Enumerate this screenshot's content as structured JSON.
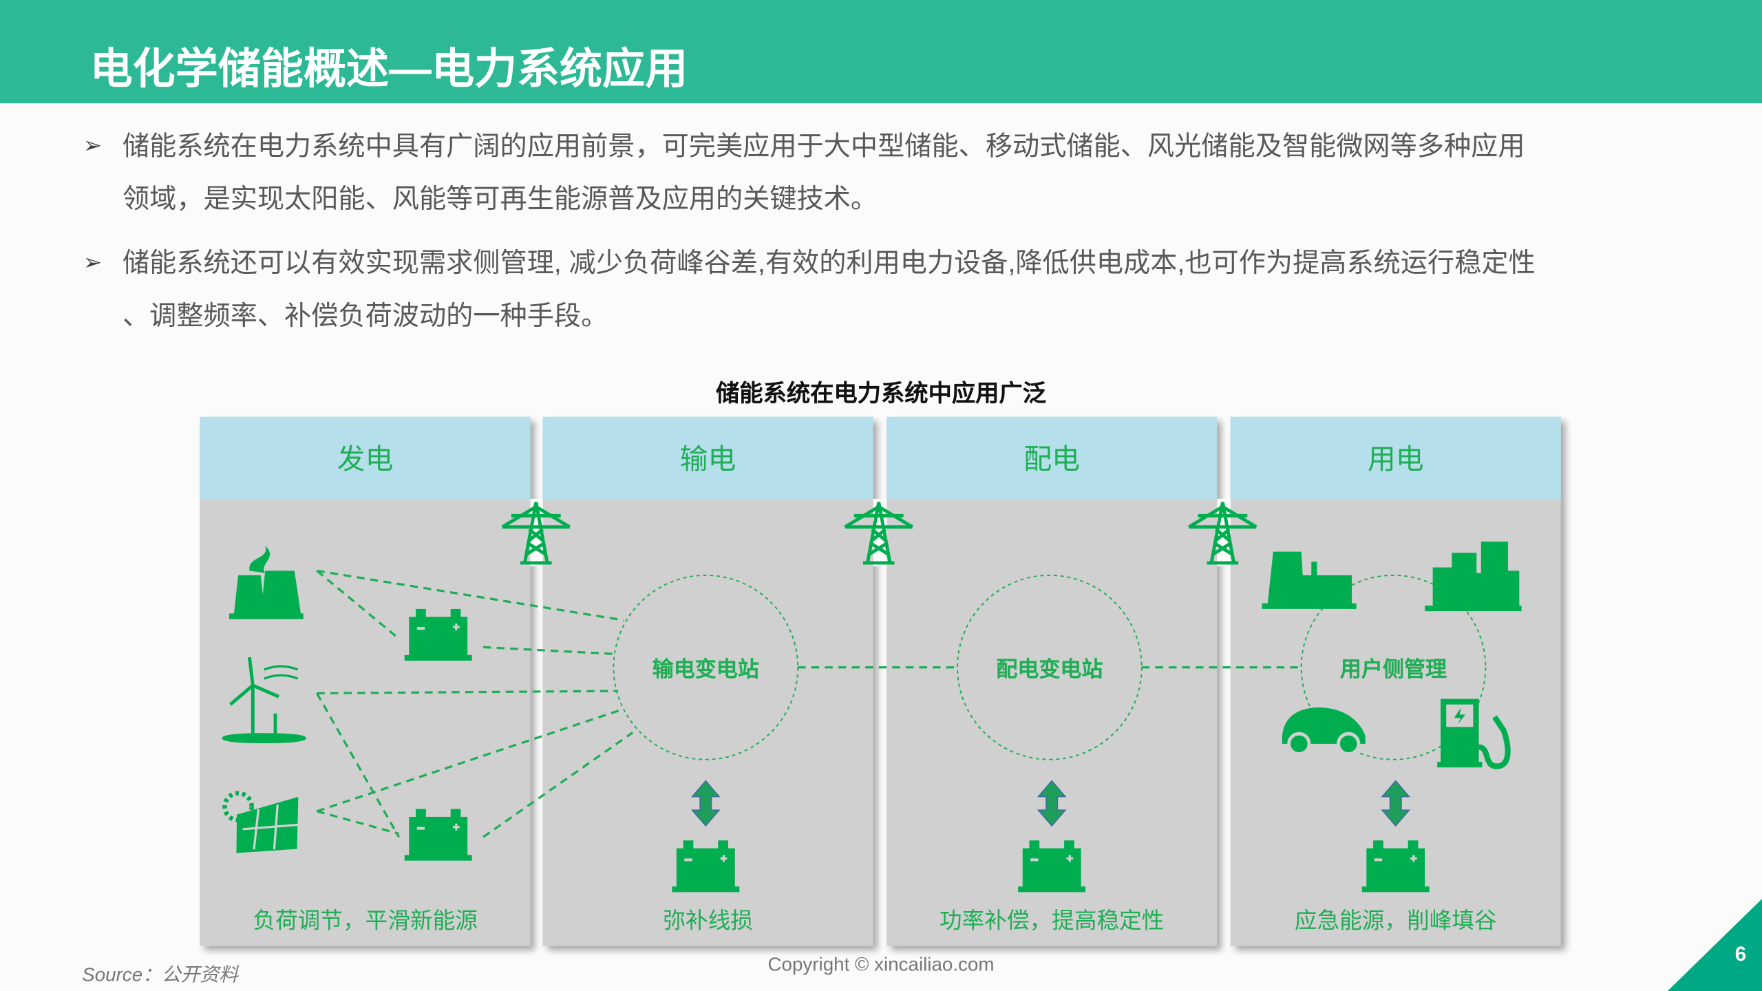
{
  "header": {
    "title": "电化学储能概述—电力系统应用"
  },
  "bullets": [
    {
      "line1": "储能系统在电力系统中具有广阔的应用前景，可完美应用于大中型储能、移动式储能、风光储能及智能微网等多种应用",
      "line2": "领域，是实现太阳能、风能等可再生能源普及应用的关键技术。"
    },
    {
      "line1": "储能系统还可以有效实现需求侧管理, 减少负荷峰谷差,有效的利用电力设备,降低供电成本,也可作为提高系统运行稳定性",
      "line2": "、调整频率、补偿负荷波动的一种手段。"
    }
  ],
  "diagram": {
    "title": "储能系统在电力系统中应用广泛",
    "panels": [
      {
        "header": "发电",
        "caption": "负荷调节，平滑新能源"
      },
      {
        "header": "输电",
        "caption": "弥补线损",
        "hub": "输电变电站"
      },
      {
        "header": "配电",
        "caption": "功率补偿，提高稳定性",
        "hub": "配电变电站"
      },
      {
        "header": "用电",
        "caption": "应急能源，削峰填谷",
        "hub": "用户侧管理"
      }
    ],
    "icon_color": "#00ad4f"
  },
  "footer": {
    "source": "Source：公开资料",
    "copyright": "Copyright © xincailiao.com",
    "page": "6"
  },
  "colors": {
    "band": "#2db896",
    "corner": "#00a883",
    "panel_header": "#b5dfea"
  }
}
